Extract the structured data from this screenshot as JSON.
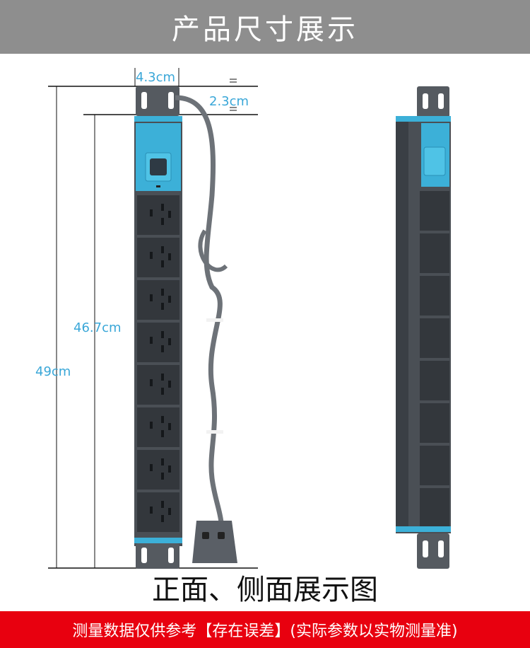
{
  "header": {
    "title": "产品尺寸展示"
  },
  "dimensions": {
    "width": "4.3cm",
    "depth": "2.3cm",
    "socket_length": "46.7cm",
    "total_length": "49cm"
  },
  "caption": "正面、侧面展示图",
  "footer": {
    "notice": "测量数据仅供参考【存在误差】(实际参数以实物测量准)"
  },
  "product": {
    "socket_count": 8
  },
  "colors": {
    "header_bg": "#8e8e8e",
    "accent": "#3cb0d8",
    "body": "#4a4f55",
    "dimension_text": "#3aa7d8",
    "footer_bg": "#e8000f"
  }
}
